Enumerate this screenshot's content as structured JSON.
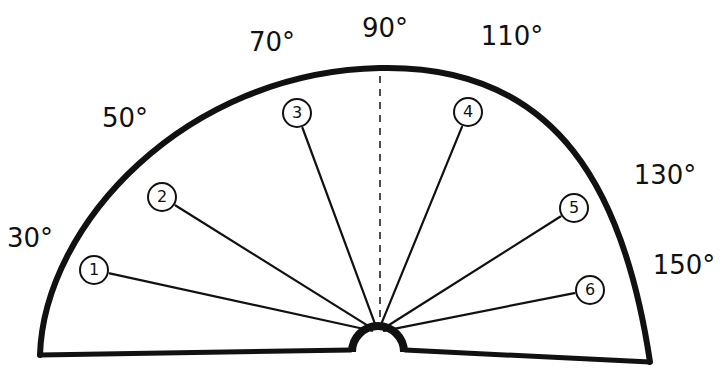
{
  "diagram": {
    "nodes": [
      {
        "text": [
          "1"
        ]
      },
      {
        "text": [
          "2"
        ]
      },
      {
        "text": [
          "3"
        ]
      },
      {
        "text": [
          "4"
        ]
      },
      {
        "text": [
          "5"
        ]
      },
      {
        "text": [
          "6"
        ]
      }
    ],
    "labels": [
      "30°",
      "50°",
      "70°",
      "90°",
      "110°",
      "130°",
      "150°"
    ]
  }
}
